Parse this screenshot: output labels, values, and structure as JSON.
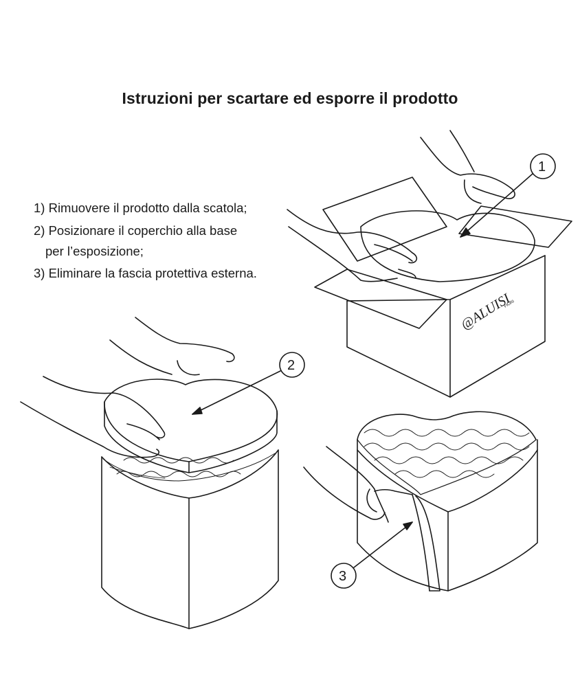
{
  "title": "Istruzioni per scartare ed esporre il prodotto",
  "steps": [
    {
      "text": "1)  Rimuovere il prodotto dalla scatola;"
    },
    {
      "text": "2)  Posizionare il coperchio alla base",
      "continuation": "per l’esposizione;"
    },
    {
      "text": "3) Eliminare la fascia protettiva esterna."
    }
  ],
  "callouts": [
    "1",
    "2",
    "3"
  ],
  "brand": {
    "name": "@ALUISI",
    "sub": "FIORI"
  },
  "colors": {
    "line": "#1a1a1a",
    "background": "#ffffff"
  }
}
